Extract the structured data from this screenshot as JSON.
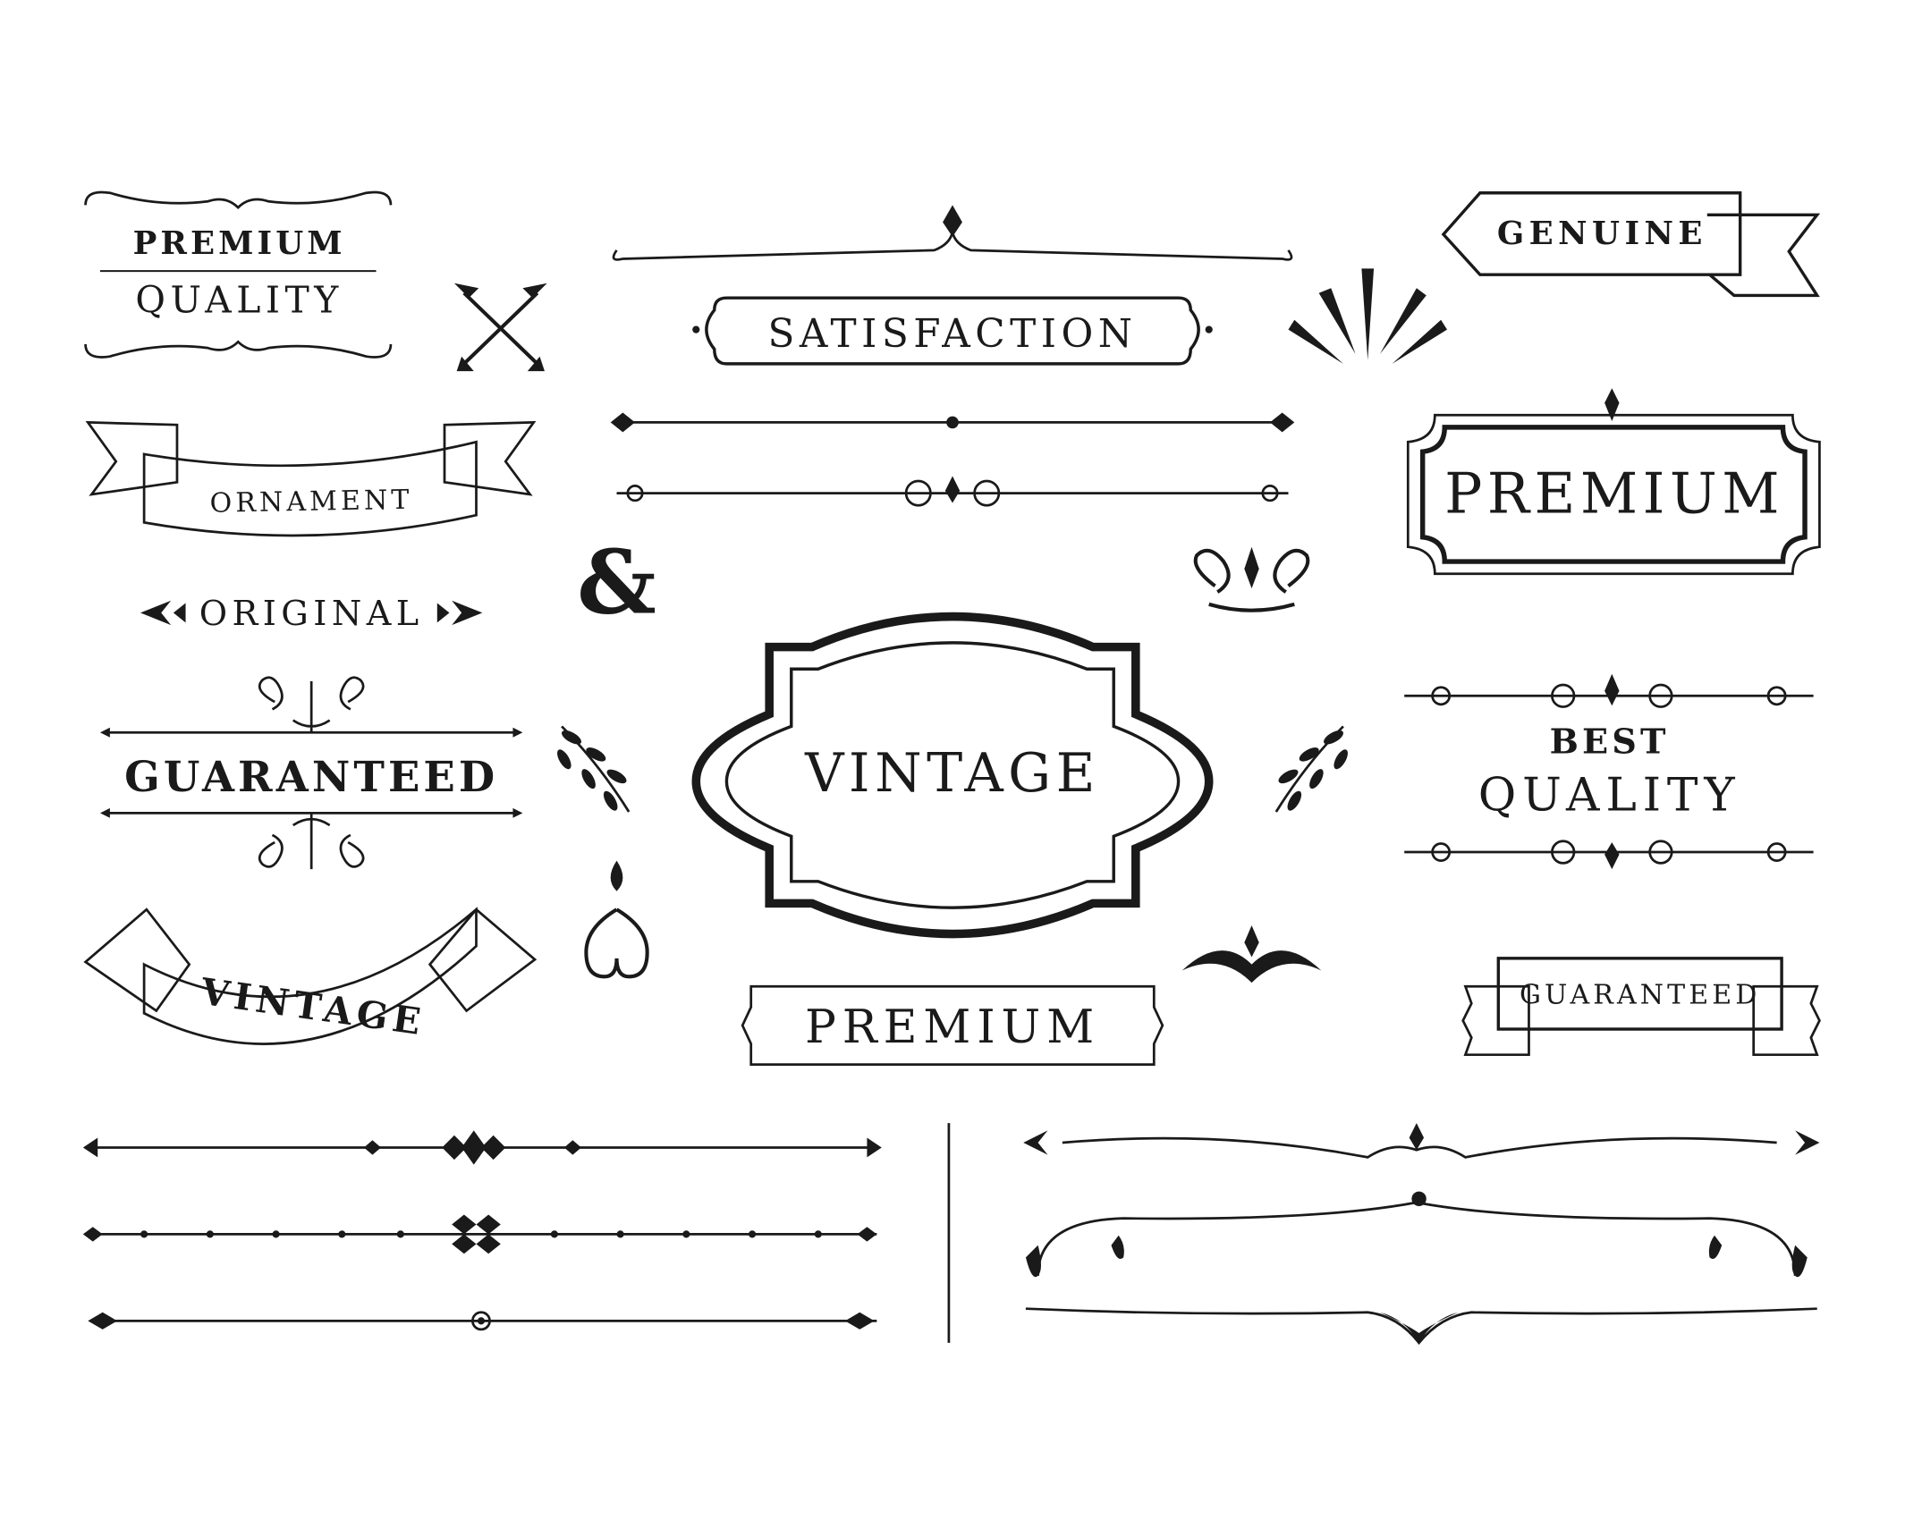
{
  "labels": {
    "premium_top": "PREMIUM",
    "quality_top": "QUALITY",
    "ornament": "ORNAMENT",
    "original": "ORIGINAL",
    "guaranteed_left": "GUARANTEED",
    "vintage_ribbon": "VINTAGE",
    "satisfaction": "SATISFACTION",
    "ampersand": "&",
    "vintage_frame": "VINTAGE",
    "premium_plaque": "PREMIUM",
    "genuine": "GENUINE",
    "premium_frame": "PREMIUM",
    "best": "BEST",
    "quality_best": "QUALITY",
    "guaranteed_ribbon": "GUARANTEED"
  },
  "colors": {
    "ink": "#1a1a1a",
    "background": "#ffffff"
  }
}
